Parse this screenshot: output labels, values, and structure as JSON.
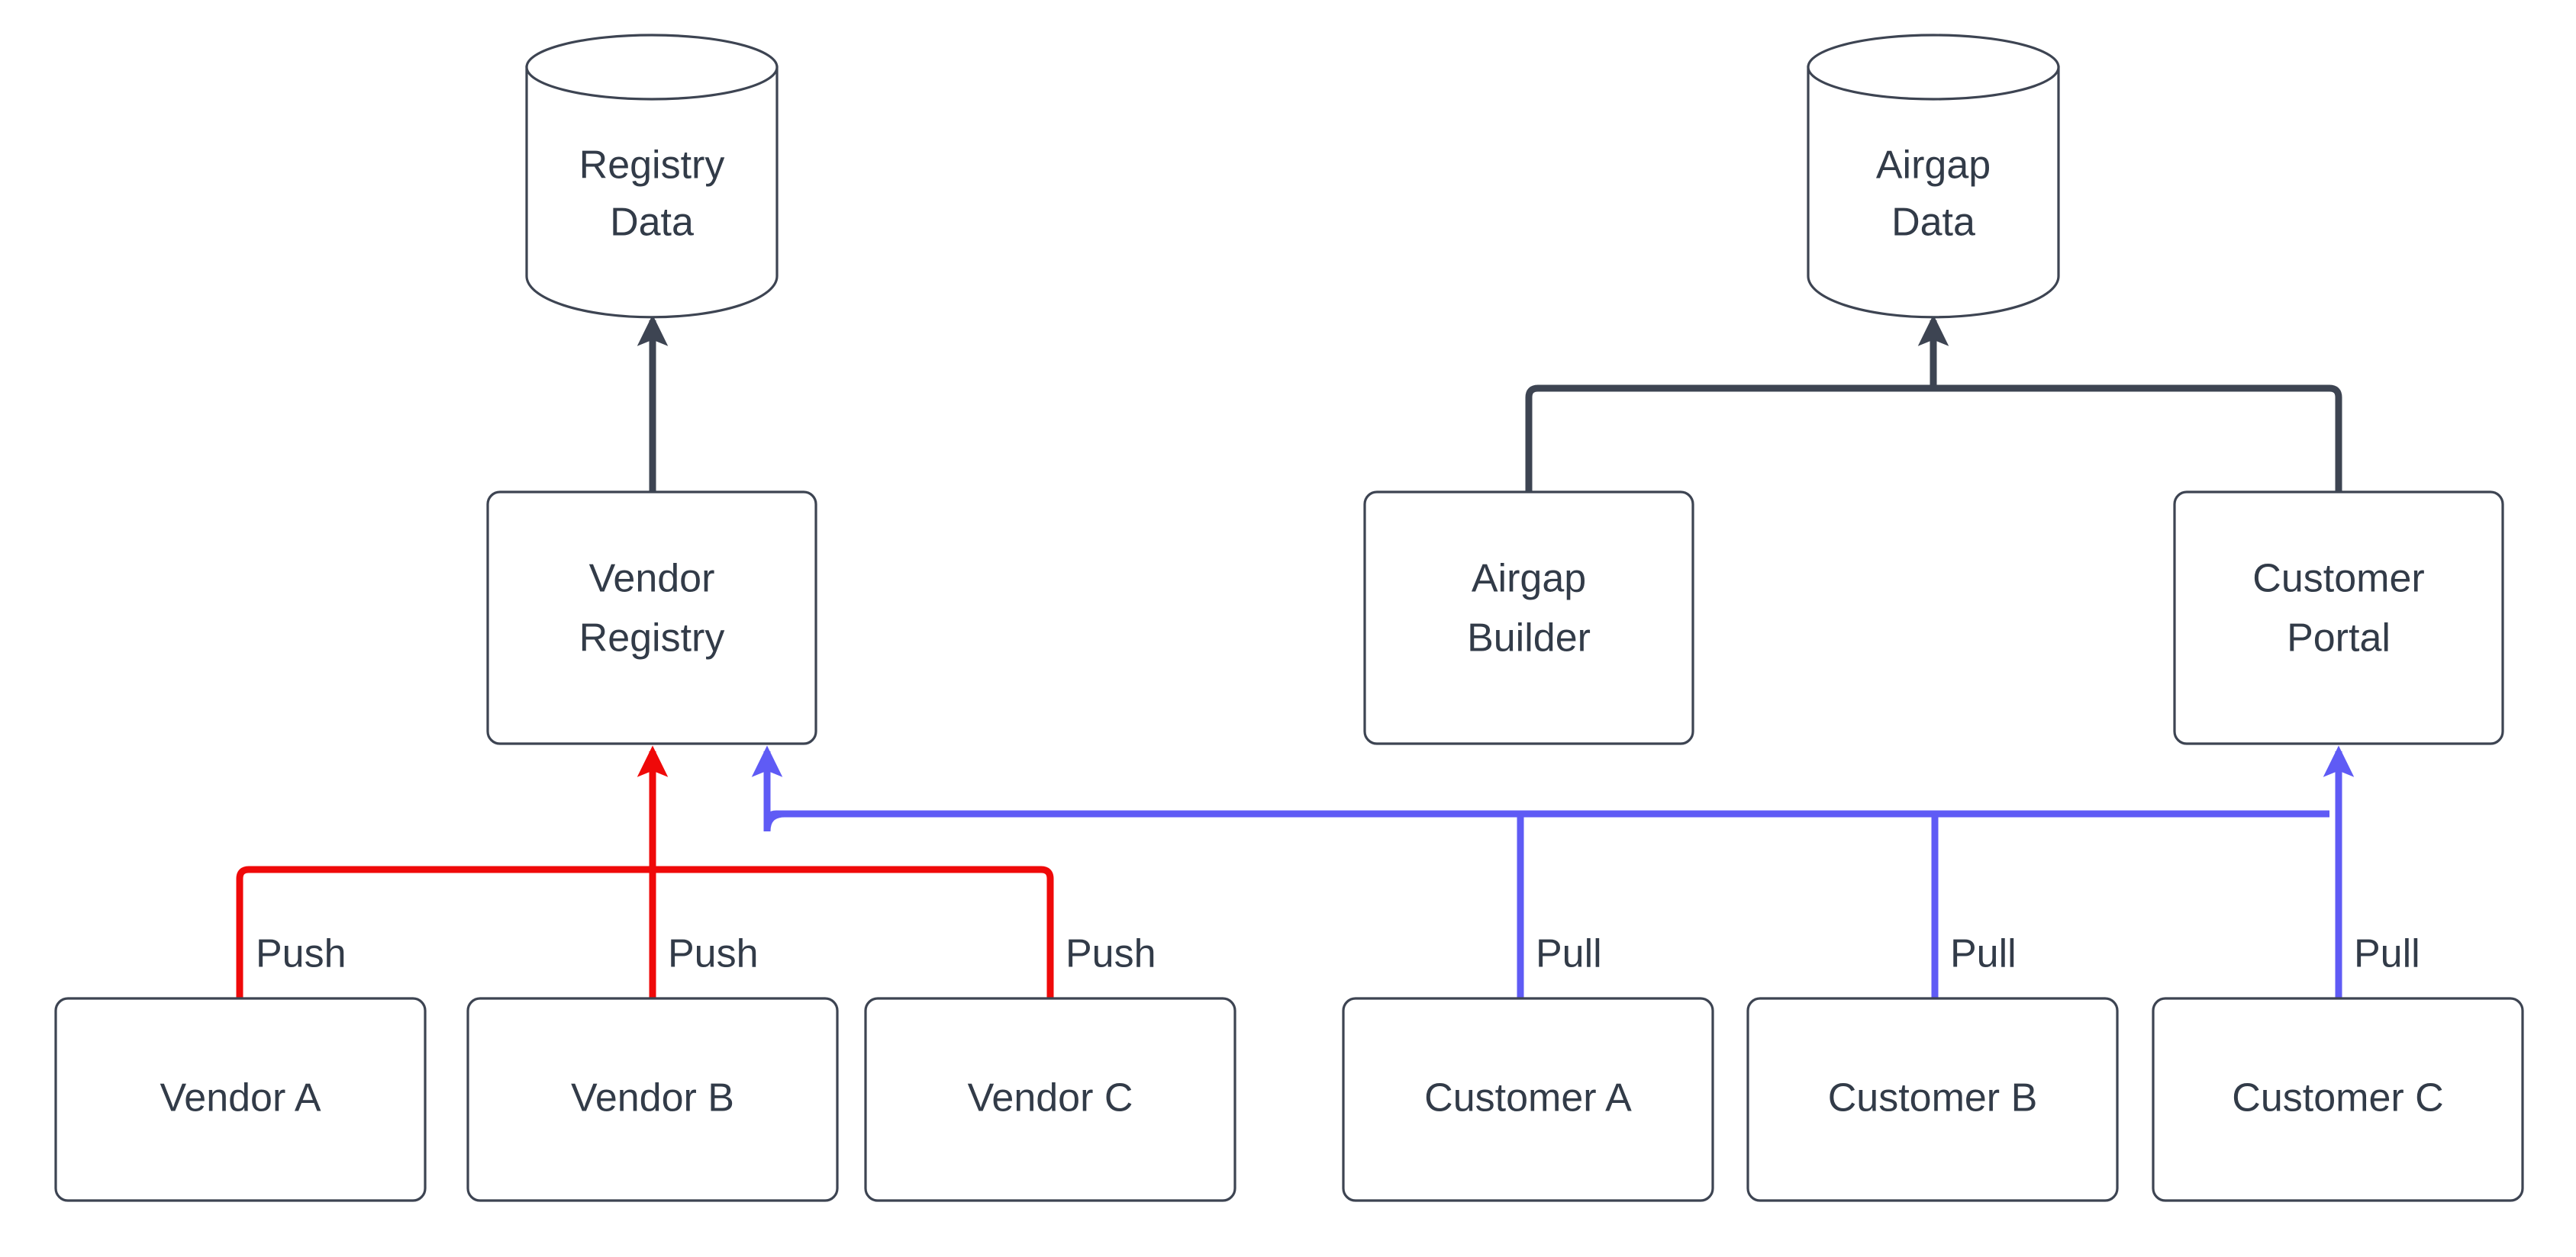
{
  "diagram": {
    "background_color": "#ffffff",
    "node_stroke_color": "#3d4452",
    "node_fill_color": "#ffffff",
    "text_color": "#323b48",
    "link_colors": {
      "default": "#3d4452",
      "push": "#ef0909",
      "pull": "#5f5bf5"
    },
    "datastores": [
      {
        "id": "registry-data",
        "line1": "Registry",
        "line2": "Data"
      },
      {
        "id": "airgap-data",
        "line1": "Airgap",
        "line2": "Data"
      }
    ],
    "services": [
      {
        "id": "vendor-registry",
        "line1": "Vendor",
        "line2": "Registry"
      },
      {
        "id": "airgap-builder",
        "line1": "Airgap",
        "line2": "Builder"
      },
      {
        "id": "customer-portal",
        "line1": "Customer",
        "line2": "Portal"
      }
    ],
    "actors": [
      {
        "id": "vendor-a",
        "label": "Vendor A"
      },
      {
        "id": "vendor-b",
        "label": "Vendor B"
      },
      {
        "id": "vendor-c",
        "label": "Vendor C"
      },
      {
        "id": "customer-a",
        "label": "Customer A"
      },
      {
        "id": "customer-b",
        "label": "Customer B"
      },
      {
        "id": "customer-c",
        "label": "Customer C"
      }
    ],
    "edge_labels": [
      {
        "id": "push-a",
        "text": "Push",
        "kind": "push"
      },
      {
        "id": "push-b",
        "text": "Push",
        "kind": "push"
      },
      {
        "id": "push-c",
        "text": "Push",
        "kind": "push"
      },
      {
        "id": "pull-a",
        "text": "Pull",
        "kind": "pull"
      },
      {
        "id": "pull-b",
        "text": "Pull",
        "kind": "pull"
      },
      {
        "id": "pull-c",
        "text": "Pull",
        "kind": "pull"
      }
    ],
    "edges": [
      {
        "from": "vendor-registry",
        "to": "registry-data",
        "kind": "default",
        "label": ""
      },
      {
        "from": "airgap-builder",
        "to": "airgap-data",
        "kind": "default",
        "label": ""
      },
      {
        "from": "customer-portal",
        "to": "airgap-data",
        "kind": "default",
        "label": ""
      },
      {
        "from": "vendor-a",
        "to": "vendor-registry",
        "kind": "push",
        "label": "Push"
      },
      {
        "from": "vendor-b",
        "to": "vendor-registry",
        "kind": "push",
        "label": "Push"
      },
      {
        "from": "vendor-c",
        "to": "vendor-registry",
        "kind": "push",
        "label": "Push"
      },
      {
        "from": "customer-a",
        "to": "vendor-registry",
        "kind": "pull",
        "label": "Pull"
      },
      {
        "from": "customer-b",
        "to": "vendor-registry",
        "kind": "pull",
        "label": "Pull"
      },
      {
        "from": "customer-c",
        "to": "customer-portal",
        "kind": "pull",
        "label": "Pull"
      }
    ]
  }
}
